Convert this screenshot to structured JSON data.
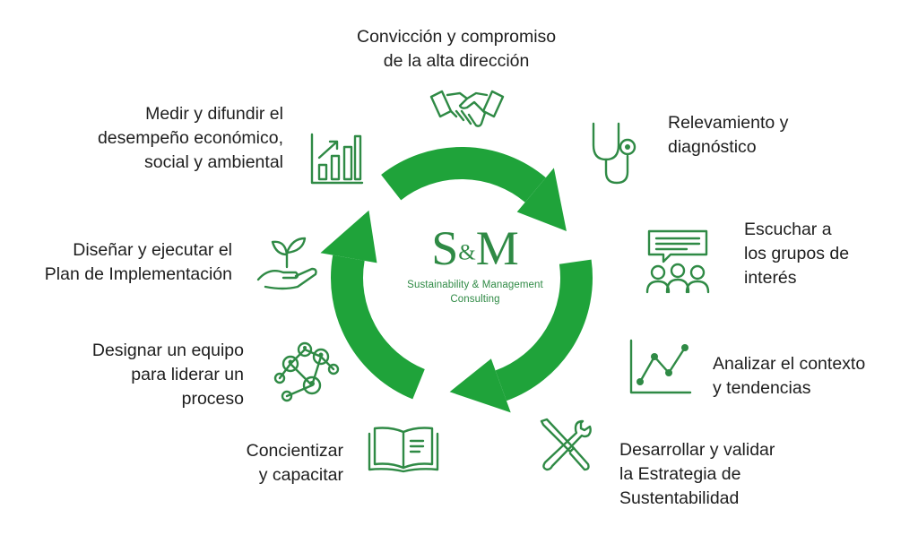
{
  "logo": {
    "left": "S",
    "amp": "&",
    "right": "M",
    "subtitle_1": "Sustainability & Management",
    "subtitle_2": "Consulting"
  },
  "steps": [
    {
      "icon": "handshake-icon",
      "lines": [
        "Convicción y compromiso",
        "de la alta dirección"
      ]
    },
    {
      "icon": "stethoscope-icon",
      "lines": [
        "Relevamiento y",
        "diagnóstico"
      ]
    },
    {
      "icon": "group-chat-icon",
      "lines": [
        "Escuchar a",
        "los grupos de",
        "interés"
      ]
    },
    {
      "icon": "trend-chart-icon",
      "lines": [
        "Analizar el contexto",
        "y tendencias"
      ]
    },
    {
      "icon": "wrench-screwdriver-icon",
      "lines": [
        "Desarrollar y validar",
        "la Estrategia de",
        "Sustentabilidad"
      ]
    },
    {
      "icon": "open-book-icon",
      "lines": [
        "Concientizar",
        "y capacitar"
      ]
    },
    {
      "icon": "team-network-icon",
      "lines": [
        "Designar un equipo",
        "para liderar un",
        "proceso"
      ]
    },
    {
      "icon": "plant-in-hand-icon",
      "lines": [
        "Diseñar y ejecutar el",
        "Plan de Implementación"
      ]
    },
    {
      "icon": "bar-chart-growth-icon",
      "lines": [
        "Medir  y difundir el",
        "desempeño económico,",
        "social y ambiental"
      ]
    }
  ],
  "colors": {
    "accent": "#2f8a45",
    "cycle": "#1fa33a"
  }
}
